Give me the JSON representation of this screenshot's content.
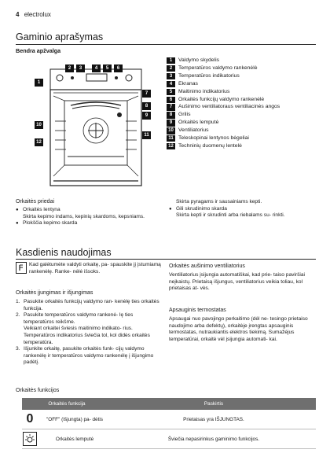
{
  "header": {
    "page_number": "4",
    "brand": "electrolux"
  },
  "section1": {
    "title": "Gaminio aprašymas",
    "subtitle": "Bendra apžvalga",
    "legend": [
      {
        "n": "1",
        "label": "Valdymo skydelis"
      },
      {
        "n": "2",
        "label": "Temperatūros valdymo rankenėlė"
      },
      {
        "n": "3",
        "label": "Temperatūros indikatorius"
      },
      {
        "n": "4",
        "label": "Ekranas"
      },
      {
        "n": "5",
        "label": "Maitinimo indikatorius"
      },
      {
        "n": "6",
        "label": "Orkaitės funkcijų valdymo rankenėlė"
      },
      {
        "n": "7",
        "label": "Aušinimo ventiliatoraus ventiliacinės angos"
      },
      {
        "n": "8",
        "label": "Grilis"
      },
      {
        "n": "9",
        "label": "Orkaitės lemputė"
      },
      {
        "n": "10",
        "label": "Ventiliatorius"
      },
      {
        "n": "11",
        "label": "Teleskopinai lentynos bėgeliai"
      },
      {
        "n": "12",
        "label": "Techninių duomenų lentelė"
      }
    ],
    "callouts": [
      "1",
      "2",
      "3",
      "4",
      "5",
      "6",
      "7",
      "8",
      "9",
      "10",
      "11",
      "12"
    ]
  },
  "accessories": {
    "title": "Orkaitės priedai",
    "items": [
      {
        "label": "Orkaitės lentyna",
        "desc": "Skirta kepimo indams, kepinių skardoms, kepsniams."
      },
      {
        "label": "Plokščia kepimo skarda",
        "desc": ""
      }
    ],
    "right_cont": "Skirta pyragams ir sausainiams kepti.",
    "right_item": {
      "label": "Gili skrudinimo skarda",
      "desc": "Skirta kepti ir skrudinti arba riebalams su- rinkti."
    }
  },
  "section2": {
    "title": "Kasdienis naudojimas",
    "note": "Kad galėtumėte valdyti orkaitę, pa- spauskite jį įstumiamą rankenėlę. Ranke- nėlė išsoks.",
    "onoff_title": "Orkaitės įjungimas ir išjungimas",
    "steps": [
      {
        "n": "1.",
        "text": "Pasukite orkaitės funkcijų valdymo ran- kenėlę ties orkaitės funkcija."
      },
      {
        "n": "2.",
        "text": "Pasukite temperatūros valdymo rankenė- lę ties temperatūros reikšme.",
        "extra1": "Veikiant orkaitei šviesis maitinimo indikato- rius.",
        "extra2": "Temperatūros indikatorius šviečia tol, kol didės orkaitės temperatūra."
      },
      {
        "n": "3.",
        "text": "Išjunkite orkaitę, pasukite orkaitės funk- cijų valdymo rankenėlę ir temperatūros valdymo rankenėlę į išjungimo padėtį."
      }
    ],
    "fan_title": "Orkaitės aušinimo ventiliatorius",
    "fan_text": "Ventiliatorius įsijungia automatiškai, kad prie- taiso paviršiai neįkaistų. Prietaisą išjungus, ventiliatorius veikia toliau, kol prietaisas at- vės.",
    "safety_title": "Apsauginis termostatas",
    "safety_text": "Apsaugai nuo pavojingo perkaitimo (dėl ne- tesingo prietaiso naudojimo arba defektų), orkaitėje įrengtas apsauginis termostatas, nutraukiantis elektros tiekimą. Sumažėjus temperatūrai, orkaitė vėl įsijungia automati- kai."
  },
  "functions": {
    "title": "Orkaitės funkcijos",
    "col1": "Orkaitės funkcija",
    "col2": "Paskirtis",
    "rows": [
      {
        "icon": "0",
        "name": "\"OFF\" (Išjungta) pa- dėtis",
        "purpose": "Prietaisas yra IŠJUNGTAS."
      },
      {
        "icon": "lamp-icon",
        "name": "Orkaitės lemputė",
        "purpose": "Šviečia nepasirinkus gaminimo funkcijos."
      }
    ]
  }
}
